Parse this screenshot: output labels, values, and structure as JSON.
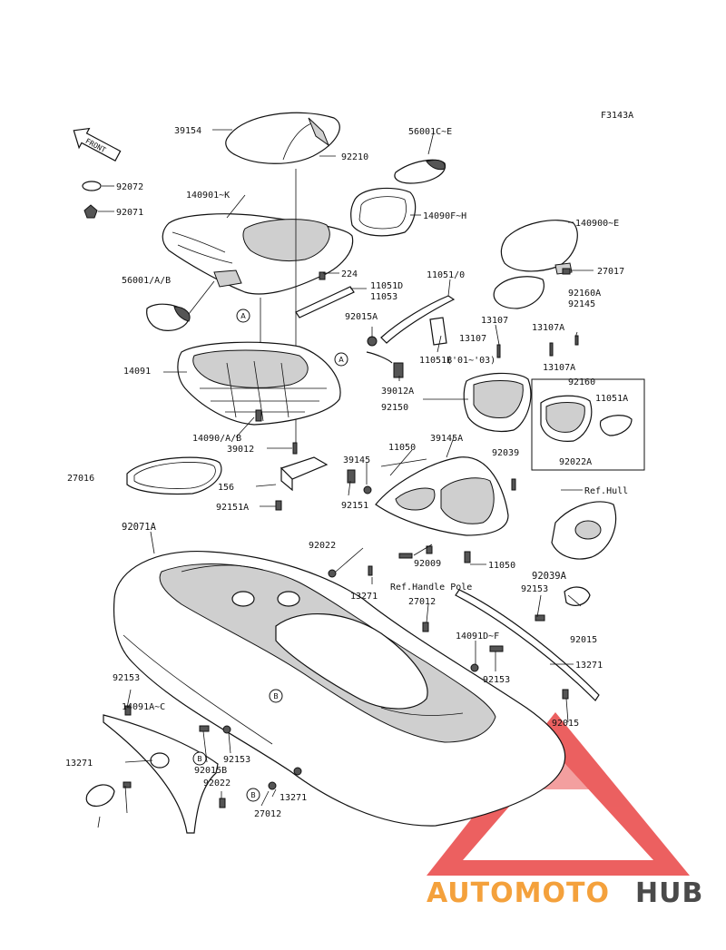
{
  "figure_code": "F3143A",
  "front_label": "FRONT",
  "callouts": [
    "39154",
    "56001C~E",
    "92210",
    "92072",
    "140901~K",
    "92071",
    "14090F~H",
    "140900~E",
    "224",
    "27017",
    "56001/A/B",
    "11051D",
    "11051/0",
    "11053",
    "92160A",
    "92145",
    "92015A",
    "13107",
    "13107A",
    "13107",
    "14091",
    "11051B",
    "13107A",
    "('01~'03)",
    "92160",
    "11051A",
    "39012A",
    "92150",
    "14090/A/B",
    "39145A",
    "11050",
    "92039",
    "39012",
    "92022A",
    "39145",
    "27016",
    "156",
    "92151",
    "92151A",
    "Ref.Hull",
    "92071A",
    "92022",
    "92009",
    "11050",
    "Ref.Handle Pole",
    "92039A",
    "13271",
    "92153",
    "27012",
    "92015",
    "14091D~F",
    "13271",
    "92153",
    "92153",
    "14091A~C",
    "92015",
    "13271",
    "92153",
    "92015B",
    "92022",
    "13271",
    "27012"
  ],
  "circle_refs": [
    "A",
    "A",
    "B",
    "B",
    "B"
  ],
  "watermark": {
    "part1": "AUTOMOTO",
    "part2": "HUB",
    "color1": "#f4a13c",
    "color2": "#4a4a4a",
    "logo_color": "#e52b2b"
  }
}
